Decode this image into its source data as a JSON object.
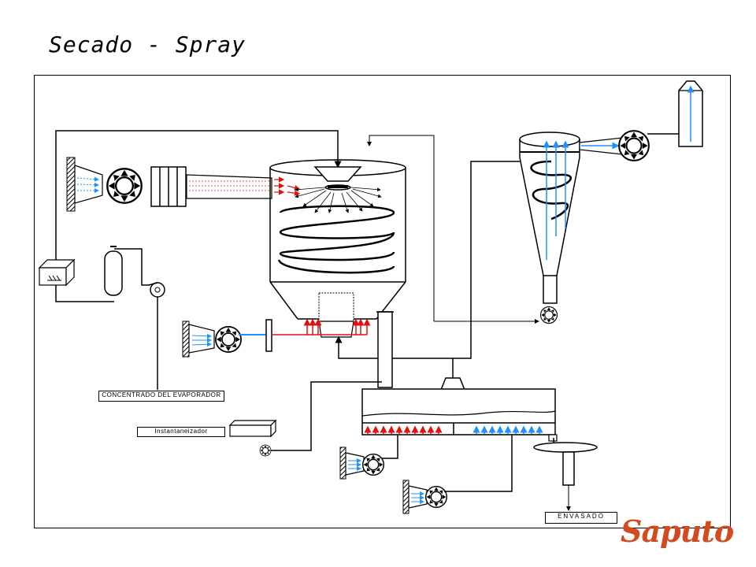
{
  "title": "Secado - Spray",
  "labels": {
    "concentrate": "CONCENTRADO DEL EVAPORADOR",
    "instantizer": "Instantaneizador",
    "packaging": "ENVASADO"
  },
  "logo": {
    "text": "Saputo",
    "color": "#d24a1e"
  },
  "colors": {
    "hot_air": "#e01010",
    "cold_air": "#1e90ff",
    "line": "#000000"
  },
  "icons": [
    "fan-icon",
    "filter-icon",
    "heater-icon",
    "spray-nozzle-icon",
    "pump-icon",
    "tank-icon",
    "cyclone-icon",
    "chimney-icon",
    "rotary-valve-icon"
  ]
}
